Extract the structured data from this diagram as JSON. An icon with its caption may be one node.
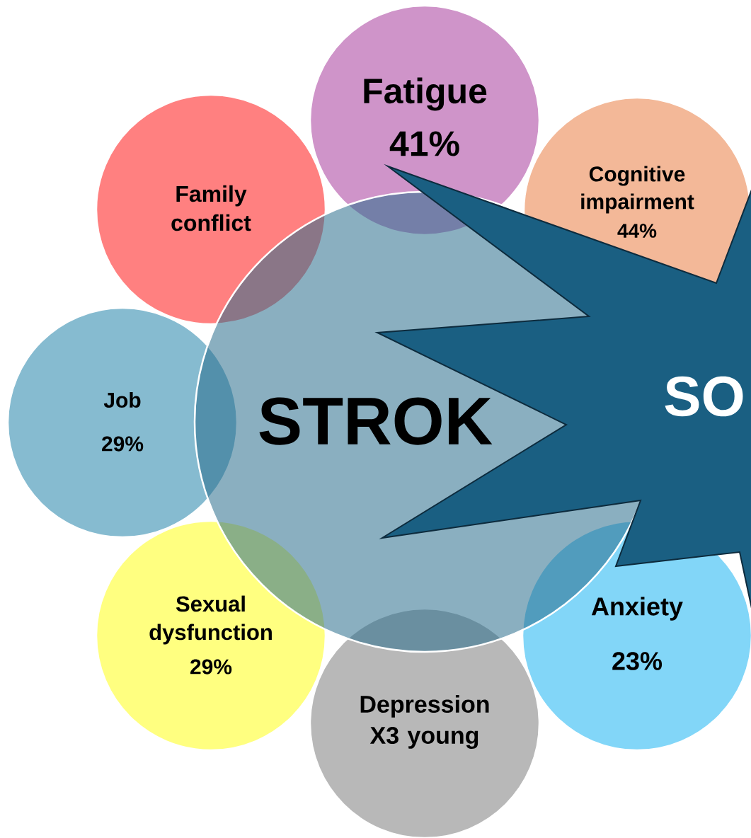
{
  "diagram": {
    "nodes": [
      {
        "text": [
          "Fatigue",
          "41%"
        ]
      },
      {
        "text": [
          "Family conflict"
        ]
      },
      {
        "text": [
          "Cognitive impairment",
          "44%"
        ]
      },
      {
        "text": [
          "Job",
          "29%"
        ]
      },
      {
        "text": [
          "STROK"
        ]
      },
      {
        "text": [
          "SO"
        ]
      },
      {
        "text": [
          "Sexual dysfunction",
          "29%"
        ]
      },
      {
        "text": [
          "Anxiety",
          "23%"
        ]
      },
      {
        "text": [
          "Depression X3 young"
        ]
      }
    ]
  }
}
